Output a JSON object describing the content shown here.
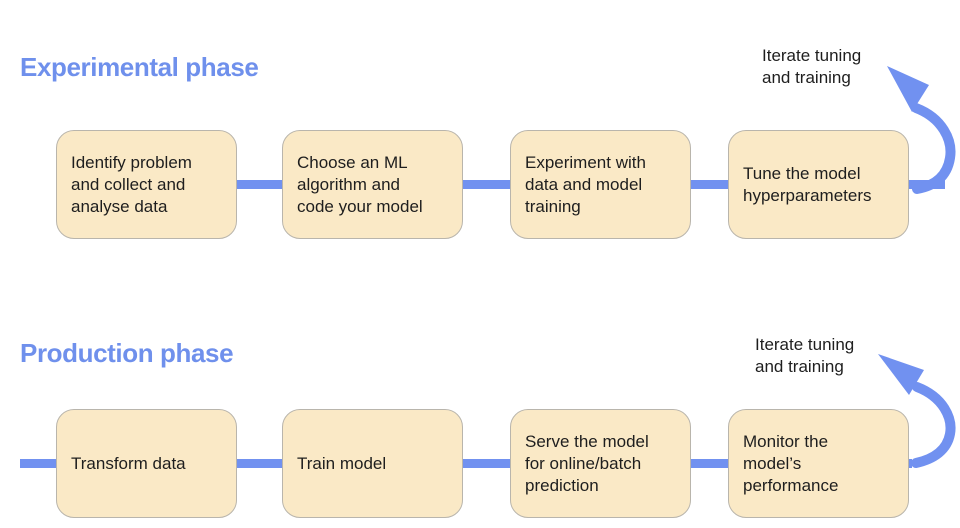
{
  "diagram": {
    "phases": [
      {
        "title": "Experimental phase",
        "loop_label": "Iterate tuning\nand training",
        "steps": [
          "Identify problem\nand collect and\nanalyse data",
          "Choose an ML\nalgorithm and\ncode your model",
          "Experiment with\ndata and model\ntraining",
          "Tune the model\nhyperparameters"
        ]
      },
      {
        "title": "Production phase",
        "loop_label": "Iterate tuning\nand training",
        "steps": [
          "Transform data",
          "Train model",
          "Serve the model\nfor online/batch\nprediction",
          "Monitor the\nmodel’s\nperformance"
        ]
      }
    ],
    "colors": {
      "accent_blue": "#7191F0",
      "heading_blue": "#6F90EC",
      "box_fill": "#FAE9C6",
      "box_border": "#B9B5AC",
      "text_dark": "#1E1E1E"
    }
  }
}
